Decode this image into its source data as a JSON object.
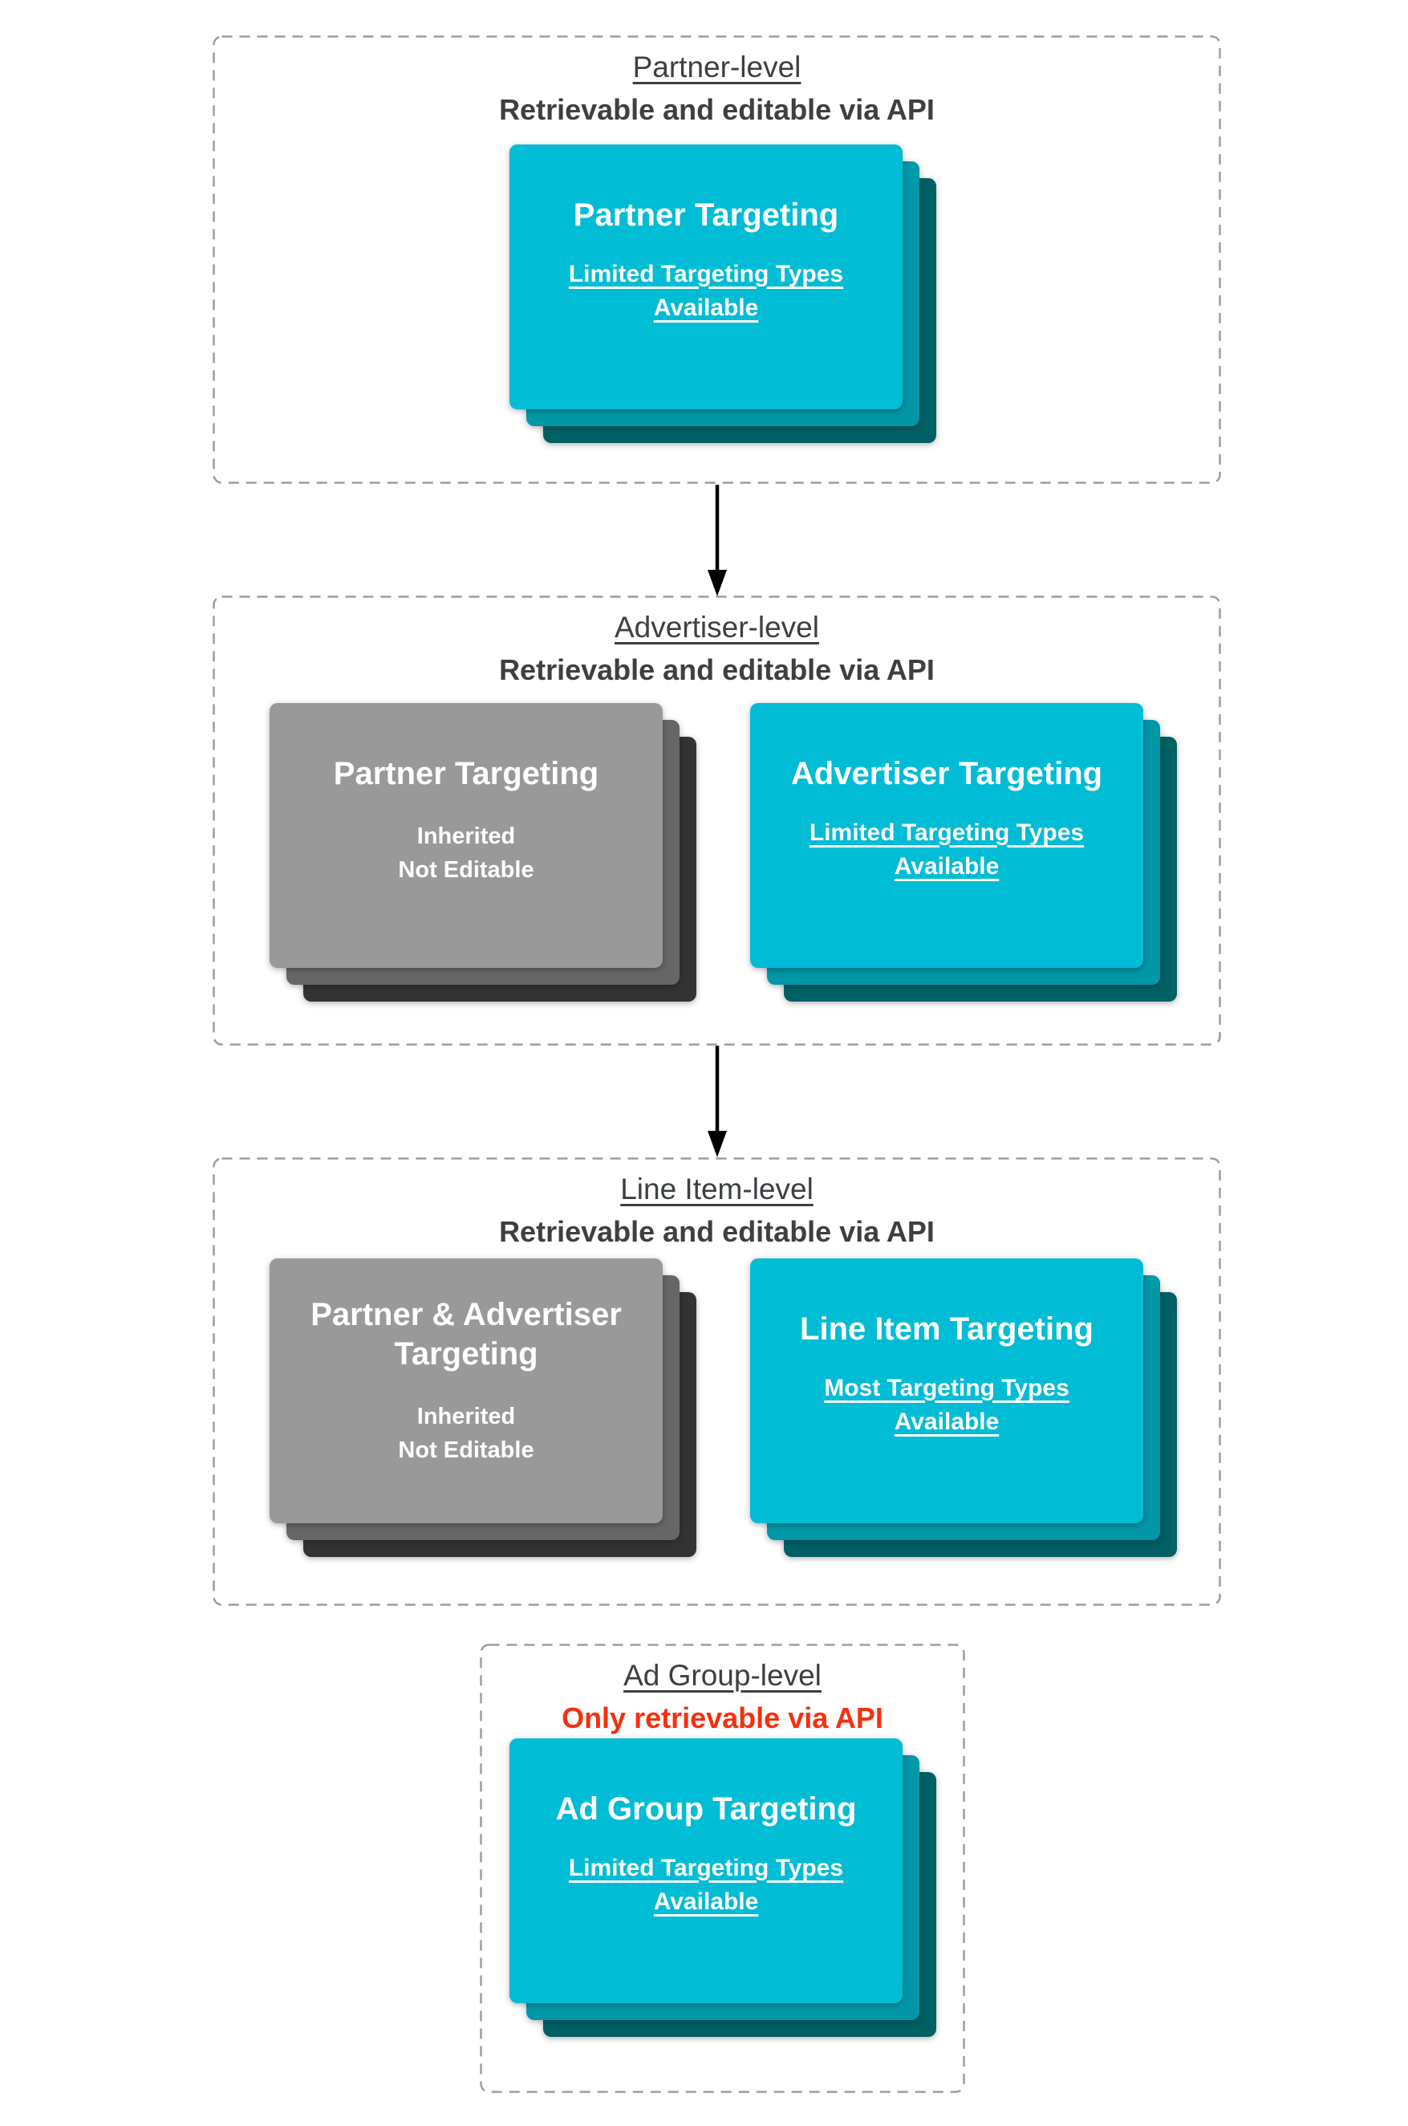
{
  "colors": {
    "card_teal": "#00bcd4",
    "card_teal_mid": "#0097a7",
    "card_teal_dark": "#006064",
    "card_gray": "#999999",
    "card_gray_mid": "#666666",
    "card_gray_dark": "#333333",
    "section_text": "#3c4043",
    "warning_red": "#f5300e",
    "dashed_border": "#9e9e9e",
    "arrow_black": "#000000"
  },
  "sections": [
    {
      "title": "Partner-level",
      "subtitle": "Retrievable and editable via API",
      "cards": [
        {
          "title": "Partner Targeting",
          "subtitle": "Limited Targeting Types Available"
        }
      ]
    },
    {
      "title": "Advertiser-level",
      "subtitle": "Retrievable and editable via API",
      "cards": [
        {
          "title": "Partner Targeting",
          "note1": "Inherited",
          "note2": "Not Editable"
        },
        {
          "title": "Advertiser Targeting",
          "subtitle": "Limited Targeting Types Available"
        }
      ]
    },
    {
      "title": "Line Item-level",
      "subtitle": "Retrievable and editable via API",
      "cards": [
        {
          "title": "Partner & Advertiser Targeting",
          "note1": "Inherited",
          "note2": "Not Editable"
        },
        {
          "title": "Line Item Targeting",
          "subtitle": "Most Targeting Types Available"
        }
      ]
    },
    {
      "title": "Ad Group-level",
      "subtitle": "Only retrievable via API",
      "cards": [
        {
          "title": "Ad Group Targeting",
          "subtitle": "Limited Targeting Types Available"
        }
      ]
    }
  ]
}
